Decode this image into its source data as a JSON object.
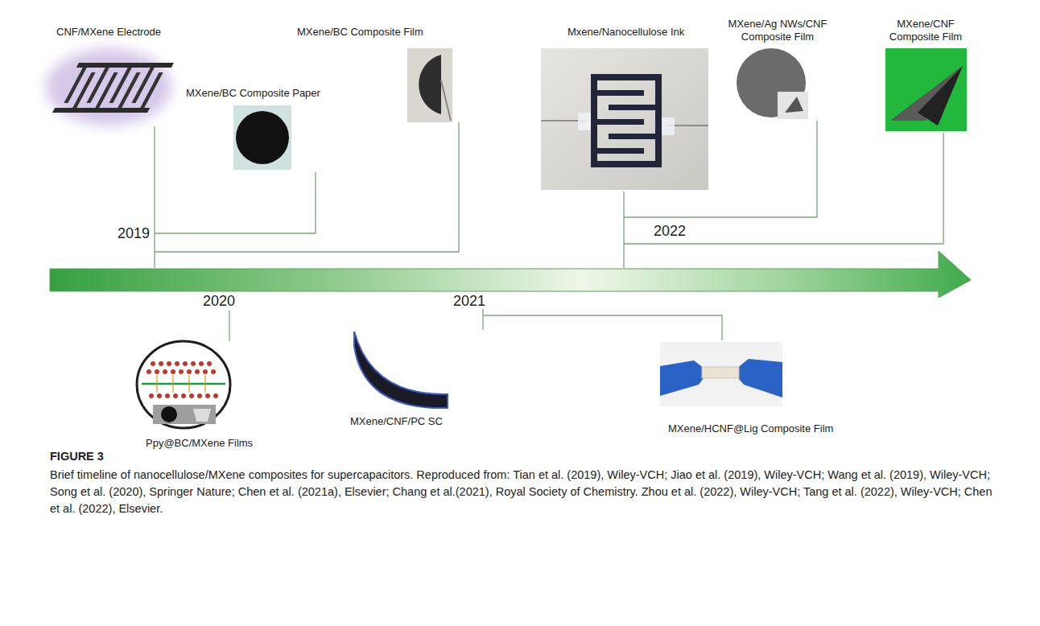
{
  "diagram": {
    "caption": "Brief timeline of nanocellulose/MXene composites for supercapacitors. Reproduced from: Tian et al. (2019), Wiley-VCH; Jiao et al. (2019), Wiley-VCH; Wang et al. (2019), Wiley-VCH; Song et al. (2020), Springer Nature; Chen et al. (2021a), Elsevier; Chang et al.(2021), Royal Society of Chemistry. Zhou et al. (2022), Wiley-VCH; Tang et al. (2022), Wiley-VCH; Chen et al. (2022), Elsevier.",
    "nodes": [
      {
        "text": [
          "CNF/MXene Electrode"
        ]
      },
      {
        "text": [
          "MXene/BC Composite Paper"
        ]
      },
      {
        "text": [
          "MXene/BC Composite Film"
        ]
      },
      {
        "text": [
          "Mxene/Nanocellulose Ink"
        ]
      },
      {
        "text": [
          "MXene/Ag NWs/CNF Composite Film"
        ]
      },
      {
        "text": [
          "MXene/CNF Composite Film"
        ]
      },
      {
        "text": [
          "Ppy@BC/MXene Films"
        ]
      },
      {
        "text": [
          "MXene/CNF/PC SC"
        ]
      },
      {
        "text": [
          "MXene/HCNF@Lig Composite Film"
        ]
      }
    ],
    "labels": [
      "2019",
      "2020",
      "2021",
      "2022",
      "FIGURE 3"
    ]
  }
}
